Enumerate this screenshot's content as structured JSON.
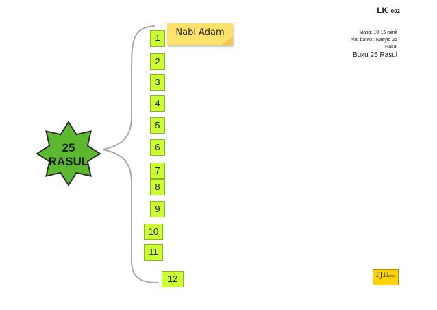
{
  "center": {
    "line1": "25",
    "line2": "RASUL"
  },
  "items": [
    "1",
    "2",
    "3",
    "4",
    "5",
    "6",
    "7",
    "8",
    "9",
    "10",
    "11",
    "12"
  ],
  "note": {
    "text": "Nabi Adam"
  },
  "header": {
    "code_prefix": "LK",
    "code_number": "002",
    "duration": "Masa: 10-15 minit",
    "aid_line1": "Alat bantu : Nasyid 25",
    "aid_line2": "Rasul",
    "book": "Buku 25 Rasul"
  },
  "logo": {
    "letters": "TJH",
    "small": "ome"
  },
  "colors": {
    "box_fill": "#ccff33",
    "star_fill": "#5cb82e",
    "note_fill": "#ffe16b"
  }
}
